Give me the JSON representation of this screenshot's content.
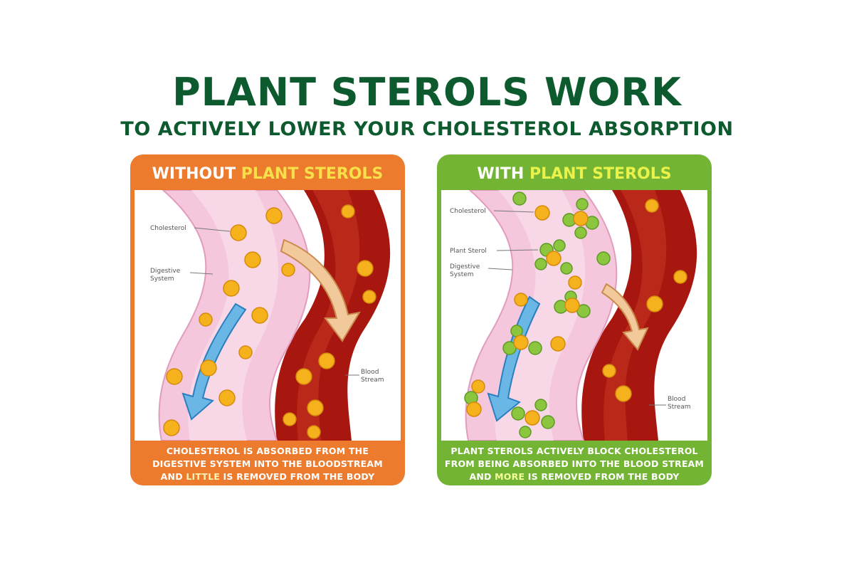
{
  "headline": "PLANT STEROLS WORK",
  "subheadline": "TO ACTIVELY LOWER YOUR CHOLESTEROL ABSORPTION",
  "colors": {
    "headline": "#0d5a2e",
    "without_panel": "#ec7b2e",
    "with_panel": "#74b434",
    "digestive_tube": "#f4c7dd",
    "blood_stream": "#a7160f",
    "cholesterol_particle": "#f5b21d",
    "plant_sterol_particle": "#8cc63f",
    "arrow_blue": "#6ab7e6",
    "arrow_tan": "#f2c99a"
  },
  "panels": {
    "without": {
      "title_lead": "WITHOUT",
      "title_rest": " PLANT STEROLS",
      "labels": {
        "cholesterol": "Cholesterol",
        "digestive_line1": "Digestive",
        "digestive_line2": "System",
        "blood_line1": "Blood",
        "blood_line2": "Stream"
      },
      "caption_line1": "CHOLESTEROL IS ABSORBED FROM THE",
      "caption_line2": "DIGESTIVE SYSTEM INTO THE BLOODSTREAM",
      "caption_line3_pre": "AND ",
      "caption_line3_em": "LITTLE",
      "caption_line3_post": " IS REMOVED FROM THE BODY"
    },
    "with": {
      "title_lead": "WITH",
      "title_rest": " PLANT STEROLS",
      "labels": {
        "cholesterol": "Cholesterol",
        "plant_sterol": "Plant Sterol",
        "digestive_line1": "Digestive",
        "digestive_line2": "System",
        "blood_line1": "Blood",
        "blood_line2": "Stream"
      },
      "caption_line1": "PLANT STEROLS ACTIVELY BLOCK CHOLESTEROL",
      "caption_line2": "FROM BEING ABSORBED INTO THE BLOOD STREAM",
      "caption_line3_pre": "AND ",
      "caption_line3_em": "MORE",
      "caption_line3_post": " IS REMOVED FROM THE BODY"
    }
  }
}
